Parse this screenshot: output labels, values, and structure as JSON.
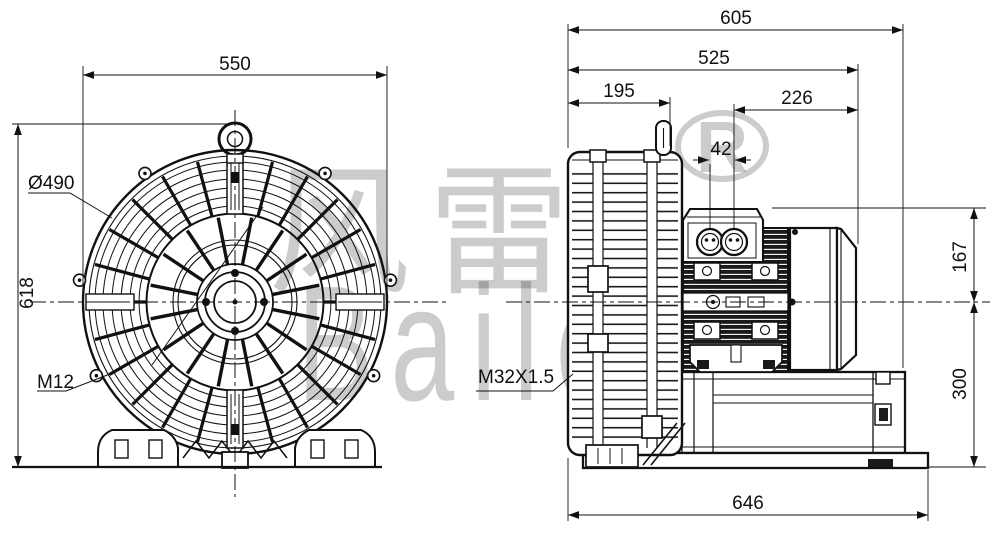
{
  "watermark": {
    "cjk": "风雷",
    "latin": "Bailey",
    "reg_mark": "R"
  },
  "front_view": {
    "dims": {
      "width": "550",
      "height": "618"
    },
    "labels": {
      "diameter": "Ø490",
      "bolt": "M12"
    }
  },
  "side_view": {
    "dims": {
      "total_width": "605",
      "upper_width": "525",
      "housing_width": "195",
      "rear_span": "226",
      "gland_pitch": "42",
      "top_to_axis": "167",
      "axis_to_base": "300",
      "base_length": "646"
    },
    "labels": {
      "cable_gland": "M32X1.5"
    }
  }
}
